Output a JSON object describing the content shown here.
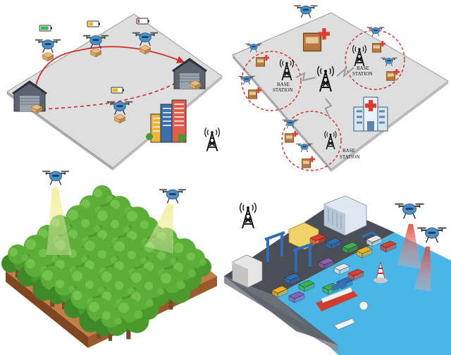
{
  "panels": {
    "delivery": {
      "battery_levels": [
        0.85,
        0.5,
        0.2,
        0.6
      ]
    },
    "network": {
      "stations": [
        {
          "label_line1": "BASE",
          "label_line2": "STATION"
        },
        {
          "label_line1": "BASE",
          "label_line2": "STATION"
        },
        {
          "label_line1": "BASE",
          "label_line2": "STATION"
        }
      ]
    },
    "forest": {},
    "port": {}
  },
  "colors": {
    "ground": "#d9d9d9",
    "ground_edge": "#9a9a9a",
    "drone_body": "#4a90c8",
    "route": "#d42a2a",
    "foliage": "#4c9a2e",
    "soil": "#9b5a2c",
    "water": "#49b6e8",
    "medical": "#e23b2c",
    "package": "#d9a96b"
  },
  "icons": [
    "drone-icon",
    "warehouse-icon",
    "package-icon",
    "battery-icon",
    "antenna-tower-icon",
    "medical-cross-icon",
    "hospital-icon",
    "building-icon",
    "tree-icon",
    "ship-icon",
    "crane-icon"
  ]
}
